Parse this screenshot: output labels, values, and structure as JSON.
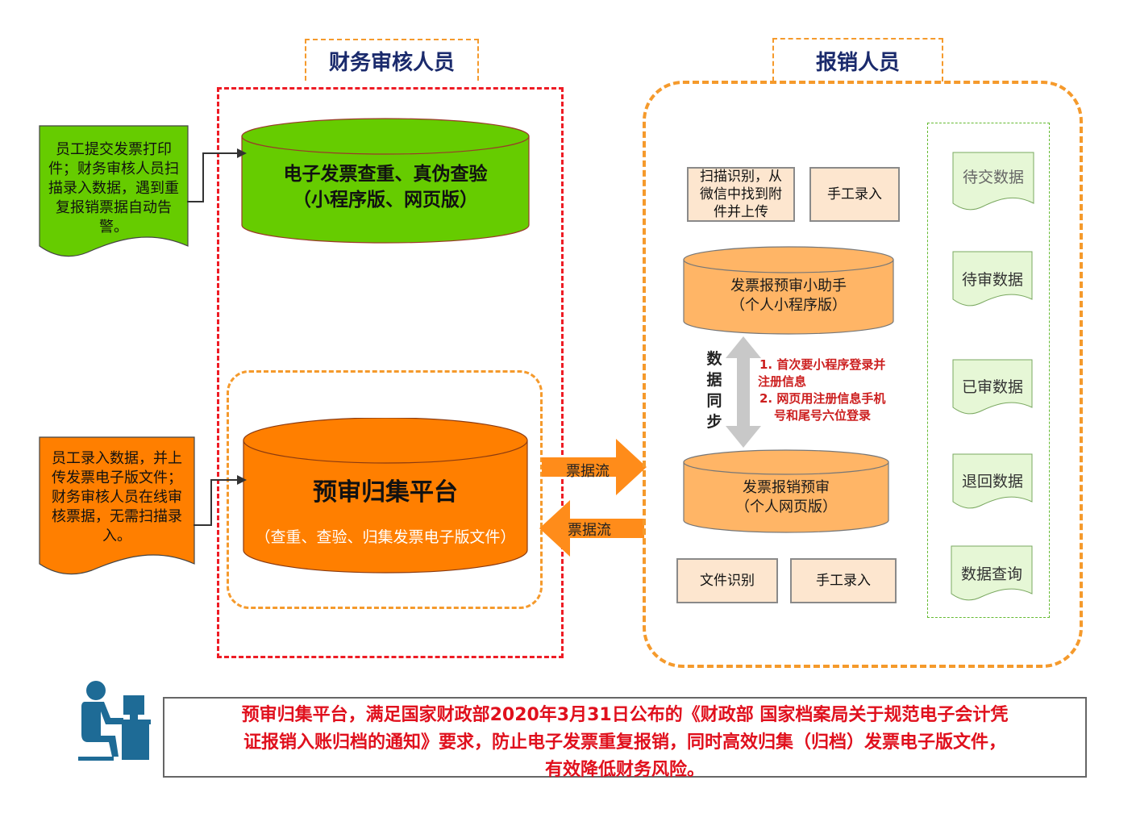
{
  "left_panel": {
    "title": "财务审核人员",
    "top_cylinder": {
      "line1": "电子发票查重、真伪查验",
      "line2": "（小程序版、网页版）",
      "color": "#66cc00"
    },
    "platform_cylinder": {
      "title": "预审归集平台",
      "subtitle": "（查重、查验、归集发票电子版文件）",
      "color": "#ff7f00"
    },
    "doc_green": {
      "lines": [
        "员工提交发票打印",
        "件；财务审核人员扫",
        "描录入数据，遇到重",
        "复报销票据自动告",
        "警。"
      ],
      "color": "#66cc00"
    },
    "doc_orange": {
      "lines": [
        "员工录入数据，并上",
        "传发票电子版文件；",
        "财务审核人员在线审",
        "核票据，无需扫描录",
        "入。"
      ],
      "color": "#ff7f00"
    }
  },
  "right_panel": {
    "title": "报销人员",
    "box_scan": {
      "lines": [
        "扫描识别，从",
        "微信中找到附",
        "件并上传"
      ]
    },
    "box_manual_top": "手工录入",
    "mini_program_cylinder": {
      "line1": "发票报预审小助手",
      "line2": "（个人小程序版）",
      "color": "#ffb566"
    },
    "sync_label": [
      "数",
      "据",
      "同",
      "步"
    ],
    "notes": {
      "line1": "1. 首次要小程序登录并",
      "line2": "注册信息",
      "line3": "2. 网页用注册信息手机",
      "line4": "号和尾号六位登录"
    },
    "web_cylinder": {
      "line1": "发票报销预审",
      "line2": "（个人网页版）",
      "color": "#ffb566"
    },
    "box_file": "文件识别",
    "box_manual_bottom": "手工录入",
    "side_items": [
      "待交数据",
      "待审数据",
      "已审数据",
      "退回数据",
      "数据查询"
    ]
  },
  "flows": {
    "to_right": "票据流",
    "to_left": "票据流",
    "color": "#ff8c1a"
  },
  "notice": {
    "line1": "预审归集平台，满足国家财政部2020年3月31日公布的《财政部 国家档案局关于规范电子会计凭",
    "line2": "证报销入账归档的通知》要求，防止电子发票重复报销，同时高效归集（归档）发票电子版文件，",
    "line3": "有效降低财务风险。"
  },
  "icons": {
    "person": "person-at-computer-icon"
  }
}
